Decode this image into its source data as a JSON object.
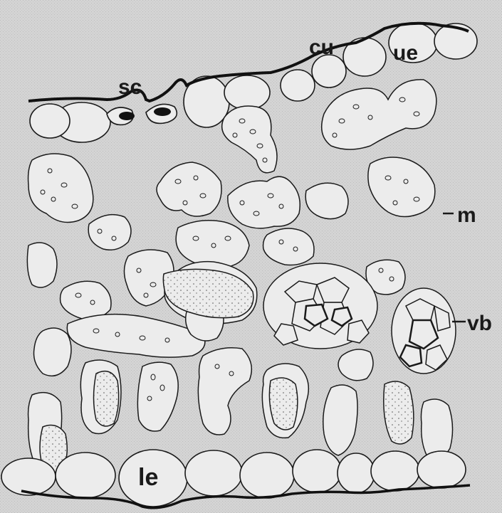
{
  "labels": {
    "sc": "sc",
    "cu": "cu",
    "ue": "ue",
    "m": "m",
    "vb": "vb",
    "le": "le"
  },
  "colors": {
    "background": "#d9d9d9",
    "cell_fill": "#ececec",
    "outline": "#1a1a1a",
    "cuticle": "#111111"
  }
}
